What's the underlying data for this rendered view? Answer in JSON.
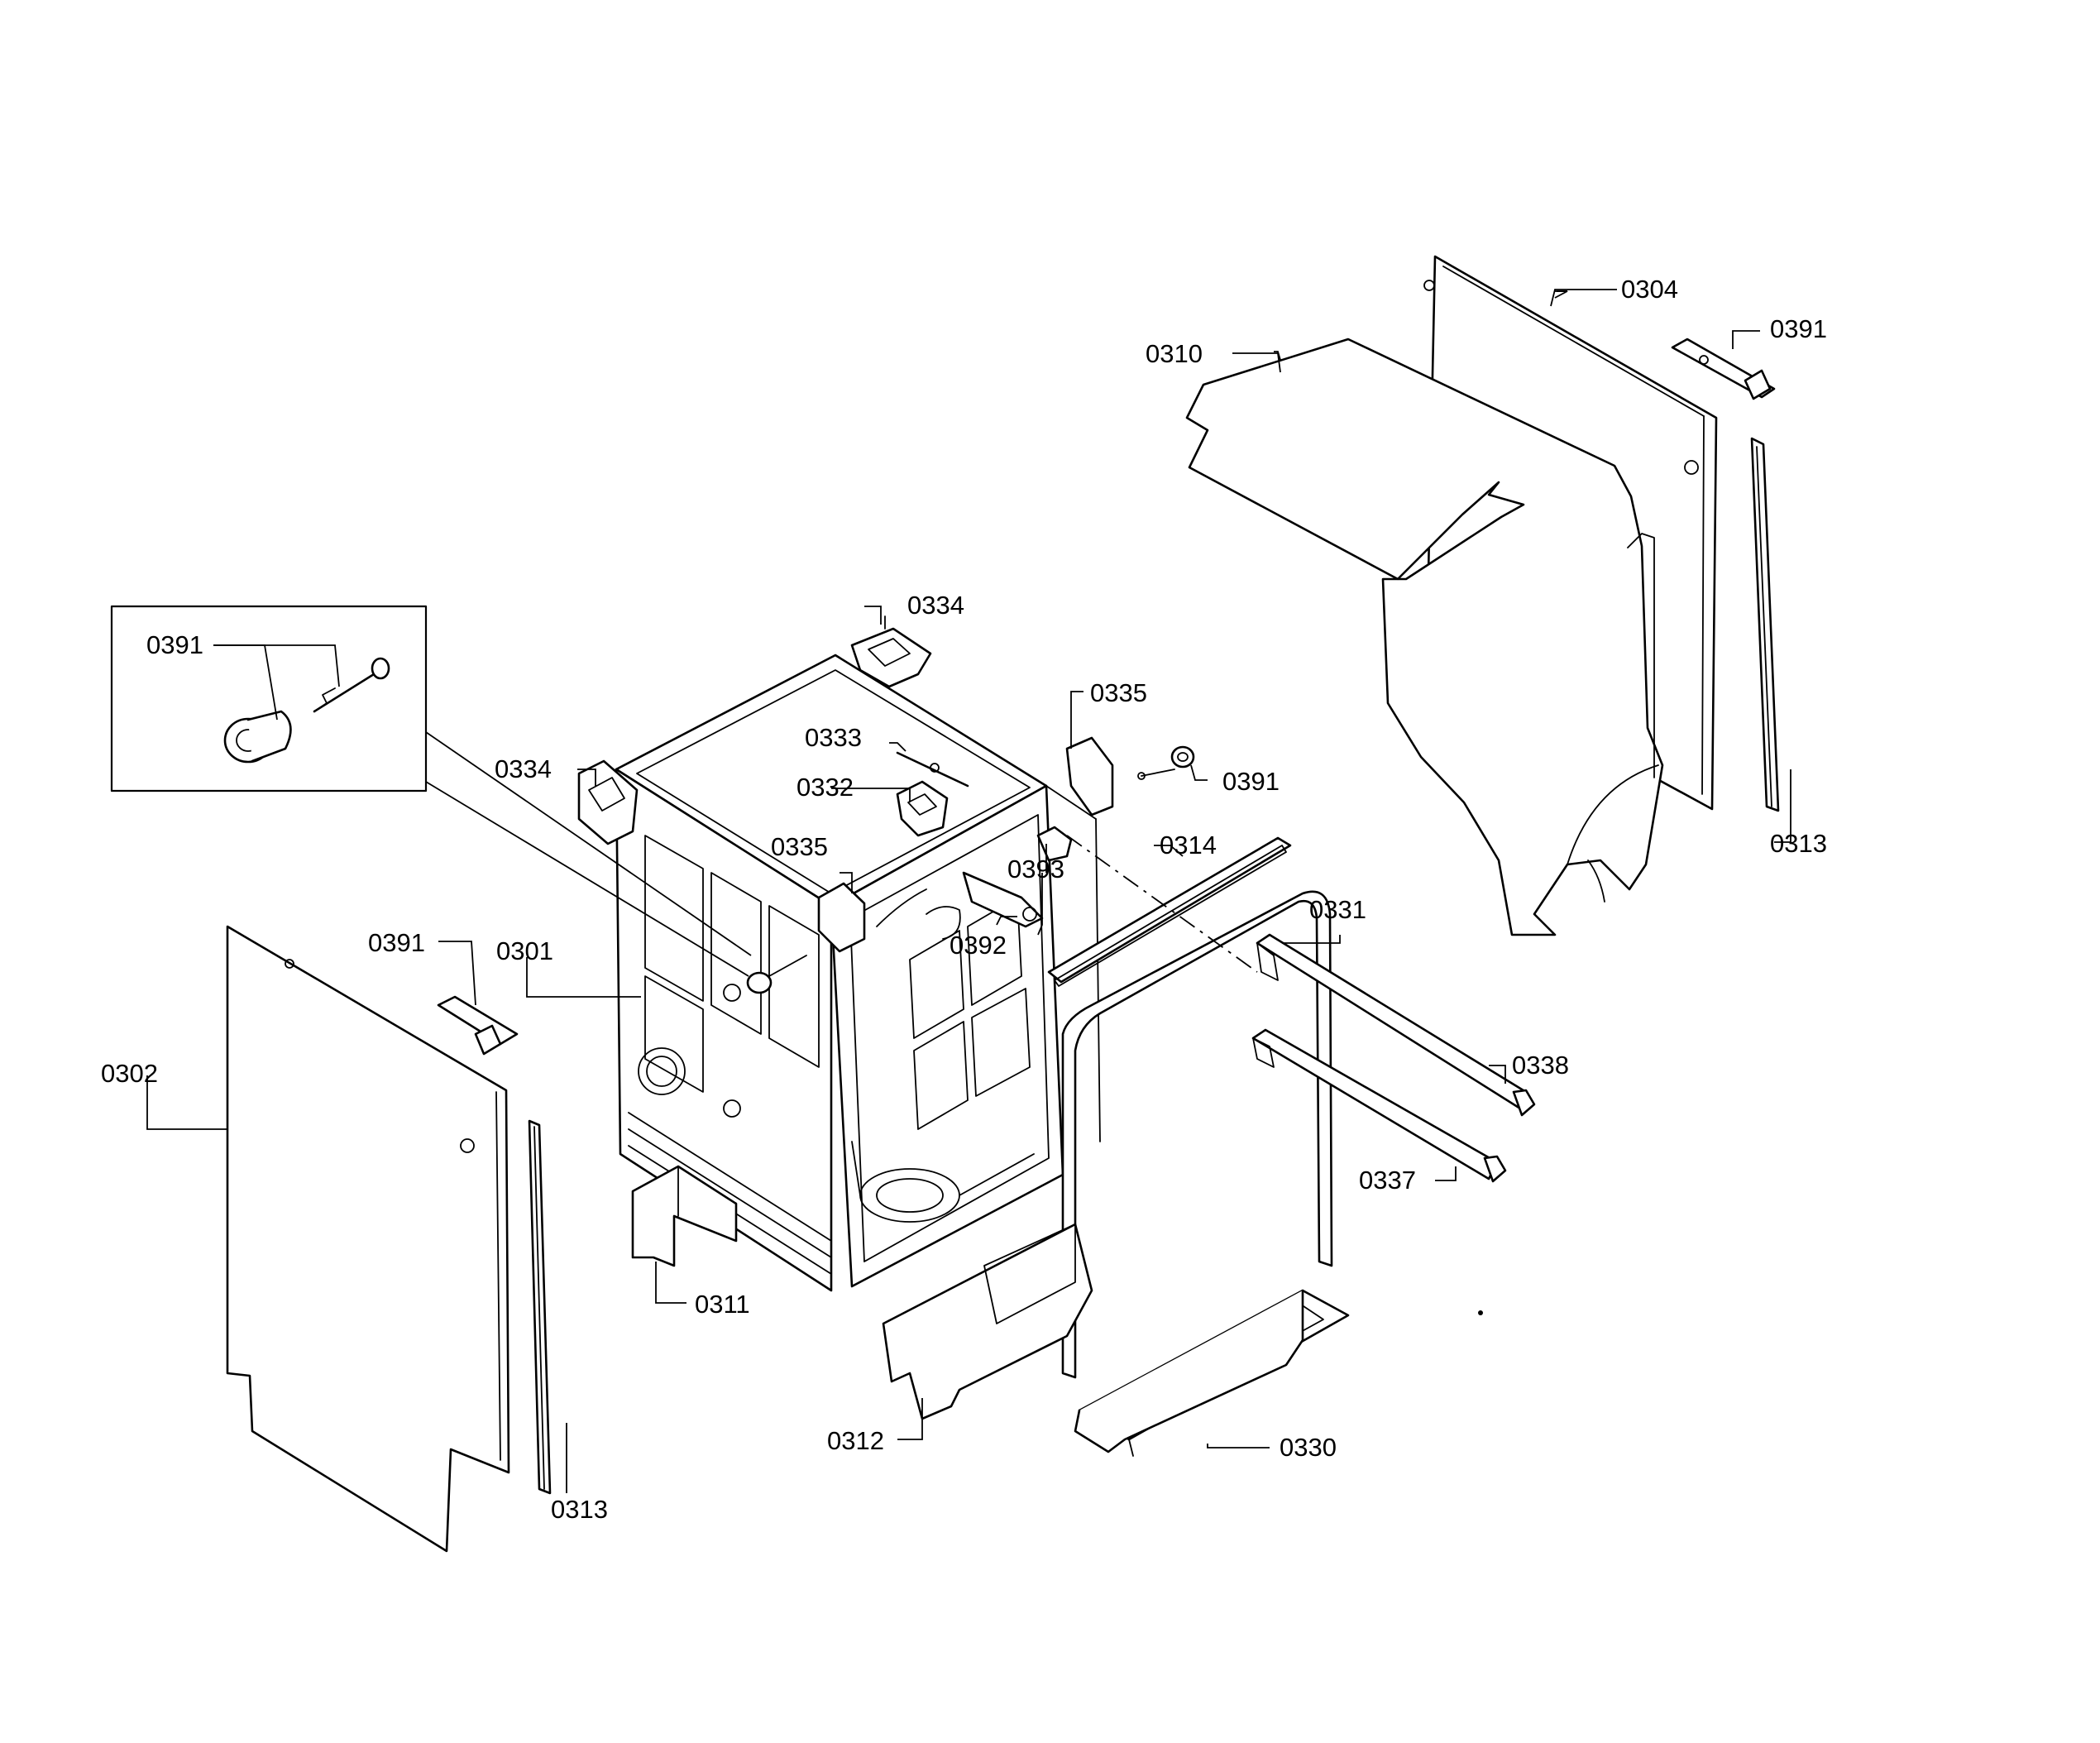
{
  "callouts": [
    {
      "id": "c0304",
      "text": "0304"
    },
    {
      "id": "c0391a",
      "text": "0391"
    },
    {
      "id": "c0310",
      "text": "0310"
    },
    {
      "id": "c0313a",
      "text": "0313"
    },
    {
      "id": "c0334a",
      "text": "0334"
    },
    {
      "id": "c0391b",
      "text": "0391"
    },
    {
      "id": "c0335a",
      "text": "0335"
    },
    {
      "id": "c0333",
      "text": "0333"
    },
    {
      "id": "c0334b",
      "text": "0334"
    },
    {
      "id": "c0332",
      "text": "0332"
    },
    {
      "id": "c0391c",
      "text": "0391"
    },
    {
      "id": "c0335b",
      "text": "0335"
    },
    {
      "id": "c0314",
      "text": "0314"
    },
    {
      "id": "c0393",
      "text": "0393"
    },
    {
      "id": "c0331",
      "text": "0331"
    },
    {
      "id": "c0392",
      "text": "0392"
    },
    {
      "id": "c0391d",
      "text": "0391"
    },
    {
      "id": "c0301",
      "text": "0301"
    },
    {
      "id": "c0338",
      "text": "0338"
    },
    {
      "id": "c0302",
      "text": "0302"
    },
    {
      "id": "c0337",
      "text": "0337"
    },
    {
      "id": "c0311",
      "text": "0311"
    },
    {
      "id": "c0312",
      "text": "0312"
    },
    {
      "id": "c0330",
      "text": "0330"
    },
    {
      "id": "c0313b",
      "text": "0313"
    }
  ]
}
